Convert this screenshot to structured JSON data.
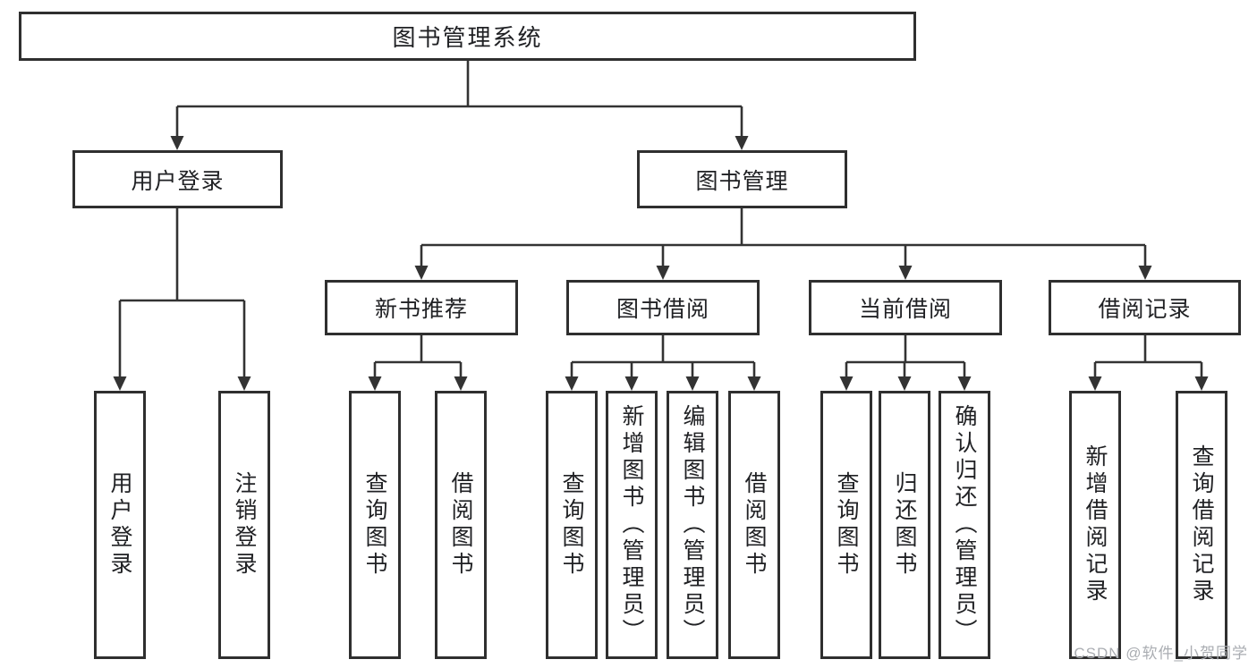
{
  "diagram": {
    "root": {
      "label": "图书管理系统"
    },
    "modules": [
      {
        "label": "用户登录",
        "features": [
          {
            "label": "用户登录"
          },
          {
            "label": "注销登录"
          }
        ]
      },
      {
        "label": "图书管理",
        "submodules": [
          {
            "label": "新书推荐",
            "features": [
              {
                "label": "查询图书"
              },
              {
                "label": "借阅图书"
              }
            ]
          },
          {
            "label": "图书借阅",
            "features": [
              {
                "label": "查询图书"
              },
              {
                "label": "新增图书（管理员）"
              },
              {
                "label": "编辑图书（管理员）"
              },
              {
                "label": "借阅图书"
              }
            ]
          },
          {
            "label": "当前借阅",
            "features": [
              {
                "label": "查询图书"
              },
              {
                "label": "归还图书"
              },
              {
                "label": "确认归还（管理员）"
              }
            ]
          },
          {
            "label": "借阅记录",
            "features": [
              {
                "label": "新增借阅记录"
              },
              {
                "label": "查询借阅记录"
              }
            ]
          }
        ]
      }
    ]
  },
  "watermark": {
    "text": "CSDN @软件_小贺同学"
  },
  "colors": {
    "line": "#333333",
    "box_border": "#2f2f2f",
    "box_fill": "#ffffff",
    "text": "#202124",
    "watermark": "#aaadb2",
    "background": "#ffffff"
  }
}
